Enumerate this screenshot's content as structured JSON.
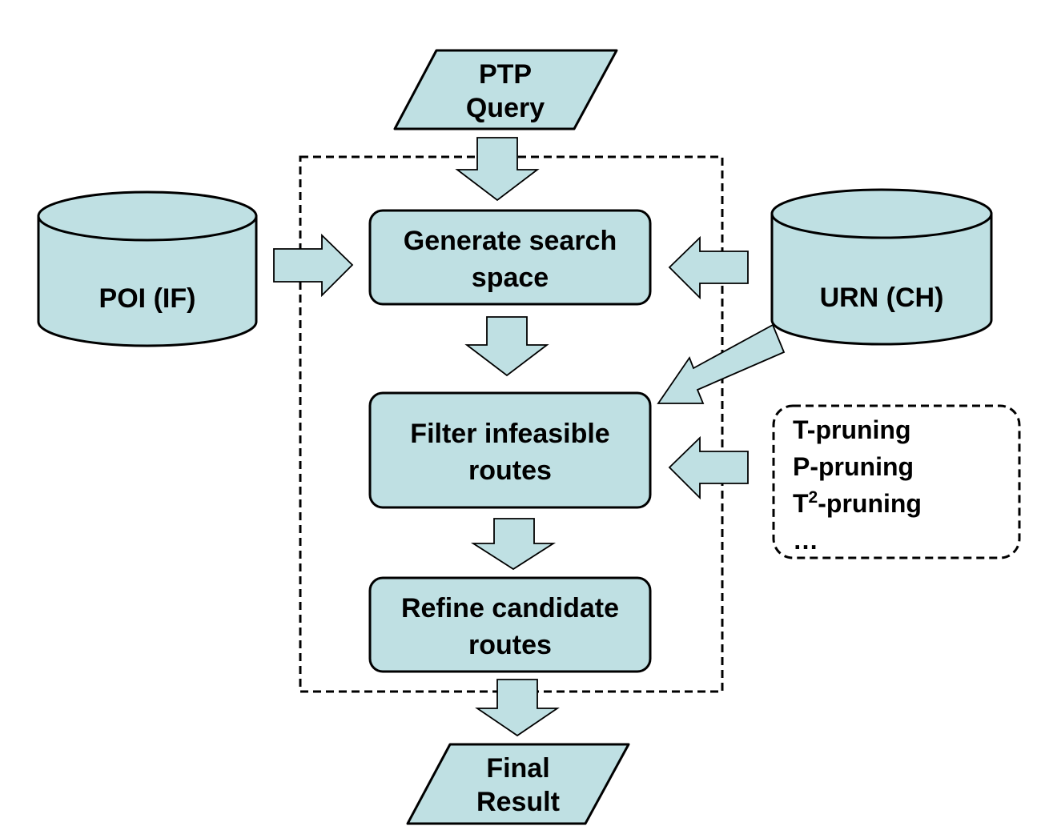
{
  "input": {
    "line1": "PTP",
    "line2": "Query"
  },
  "output": {
    "line1": "Final",
    "line2": "Result"
  },
  "databases": {
    "poi": "POI (IF)",
    "urn": "URN (CH)"
  },
  "steps": [
    {
      "line1": "Generate search",
      "line2": "space"
    },
    {
      "line1": "Filter infeasible",
      "line2": "routes"
    },
    {
      "line1": "Refine candidate",
      "line2": "routes"
    }
  ],
  "pruning": {
    "t_pruning": "T-pruning",
    "p_pruning": "P-pruning",
    "t2_base": "T",
    "t2_sup": "2",
    "t2_rest": "-pruning",
    "ellipsis": "…"
  },
  "colors": {
    "fill": "#bfe0e3",
    "stroke": "#000000"
  }
}
